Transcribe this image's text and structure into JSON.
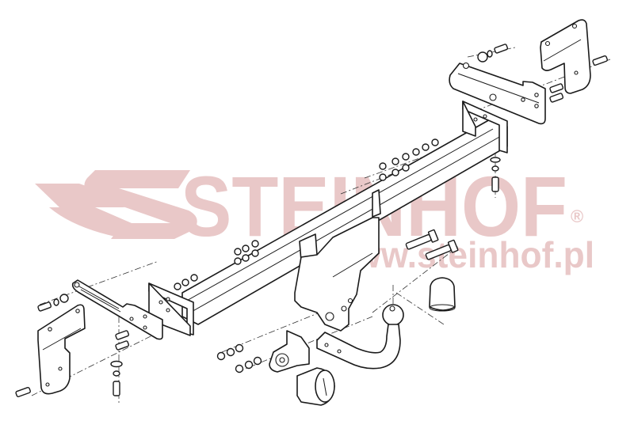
{
  "diagram": {
    "type": "exploded-assembly",
    "subject": "tow bar (towing hitch) assembly",
    "watermark": {
      "brand": "STEINHOF",
      "registered_mark": "®",
      "url": "www.steinhof.pl",
      "color": "#e8c4c4"
    },
    "line_color": "#1a1a1a",
    "background": "#ffffff",
    "components": [
      {
        "id": "crossbar",
        "label": "main crossbar beam"
      },
      {
        "id": "left-end-plate",
        "label": "left end plate"
      },
      {
        "id": "right-end-plate",
        "label": "right end plate"
      },
      {
        "id": "left-mounting-bracket",
        "label": "left mounting bracket"
      },
      {
        "id": "left-side-plate",
        "label": "left side plate"
      },
      {
        "id": "right-mounting-bracket",
        "label": "right mounting bracket"
      },
      {
        "id": "right-side-plate",
        "label": "right side plate"
      },
      {
        "id": "center-hitch-bracket",
        "label": "center hitch receiver bracket"
      },
      {
        "id": "tow-ball-neck",
        "label": "detachable tow ball neck"
      },
      {
        "id": "ball-cap",
        "label": "tow ball cap"
      },
      {
        "id": "socket-plate",
        "label": "electrical socket plate"
      },
      {
        "id": "electrical-socket",
        "label": "electrical socket"
      },
      {
        "id": "long-bolts",
        "label": "hitch bolts (x2)"
      },
      {
        "id": "nuts-washers",
        "label": "nuts and washers"
      }
    ]
  }
}
